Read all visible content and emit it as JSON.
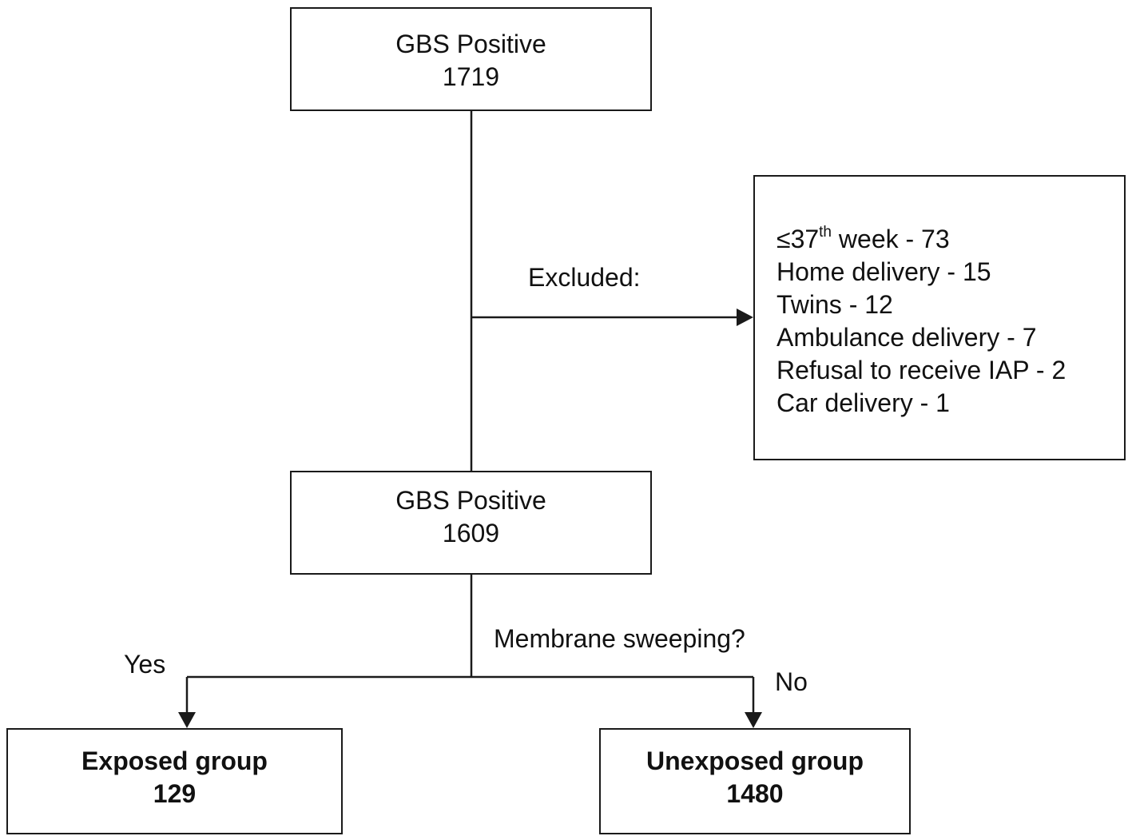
{
  "top_box": {
    "title": "GBS Positive",
    "count": "1719"
  },
  "excluded_label": "Excluded:",
  "excluded_box": {
    "items": [
      {
        "prefix": "≤37",
        "sup": "th",
        "suffix": " week - 73"
      },
      {
        "text": "Home delivery - 15"
      },
      {
        "text": "Twins - 12"
      },
      {
        "text": "Ambulance delivery - 7"
      },
      {
        "text": "Refusal to receive IAP - 2"
      },
      {
        "text": "Car delivery - 1"
      }
    ]
  },
  "middle_box": {
    "title": "GBS Positive",
    "count": "1609"
  },
  "question_label": "Membrane sweeping?",
  "yes_label": "Yes",
  "no_label": "No",
  "exposed_box": {
    "title": "Exposed group",
    "count": "129"
  },
  "unexposed_box": {
    "title": "Unexposed group",
    "count": "1480"
  }
}
